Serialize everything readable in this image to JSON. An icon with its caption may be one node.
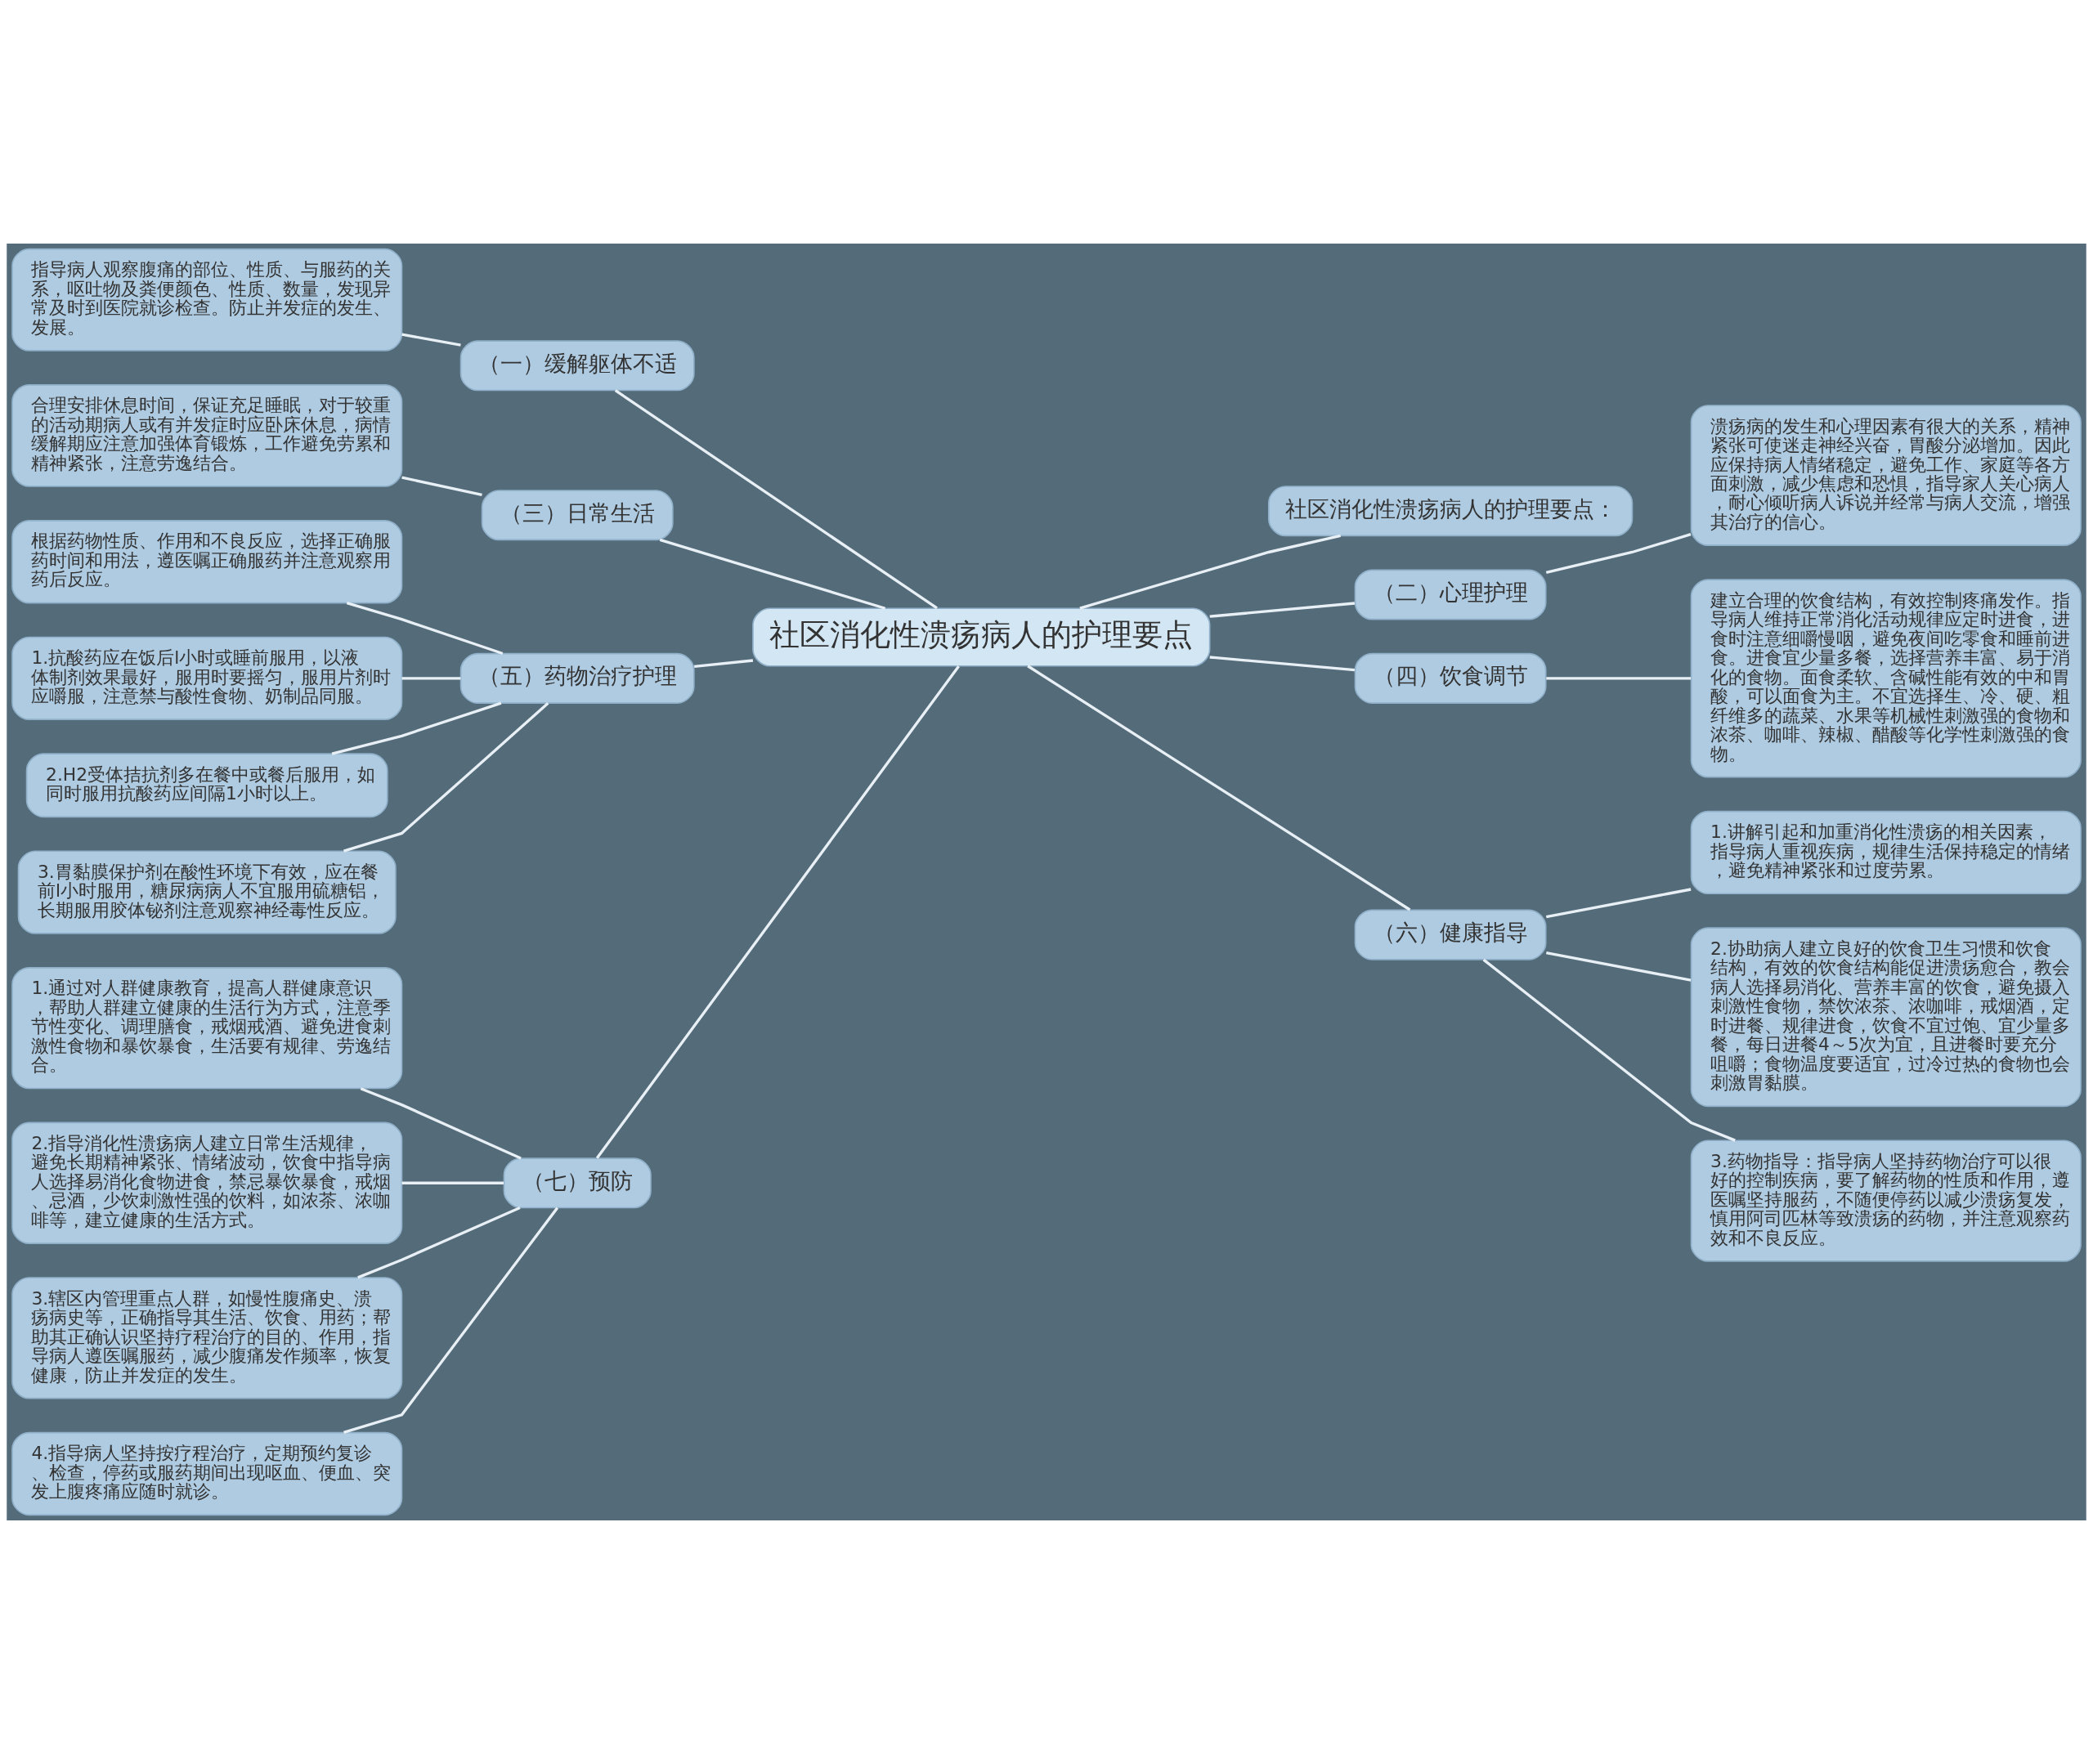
{
  "diagram": {
    "nodes": [
      {
        "text": [
          "社区消化性溃疡病人的护理要点"
        ]
      },
      {
        "text": [
          "（一）缓解躯体不适"
        ]
      },
      {
        "text": [
          "指导病人观察腹痛的部位、性质、与服药的关系，呕吐物及粪便颜色、性质、数量，发现异常及时到医院就诊检查。防止并发症的发生、发展。"
        ]
      },
      {
        "text": [
          "（三）日常生活"
        ]
      },
      {
        "text": [
          "合理安排休息时间，保证充足睡眠，对于较重的活动期病人或有并发症时应卧床休息，病情缓解期应注意加强体育锻炼，工作避免劳累和精神紧张，注意劳逸结合。"
        ]
      },
      {
        "text": [
          "（五）药物治疗护理"
        ]
      },
      {
        "text": [
          "根据药物性质、作用和不良反应，选择正确服药时间和用法，遵医嘱正确服药并注意观察用药后反应。"
        ]
      },
      {
        "text": [
          "1.抗酸药应在饭后l小时或睡前服用，以液体制剂效果最好，服用时要摇匀，服用片剂时应嚼服，注意禁与酸性食物、奶制品同服。"
        ]
      },
      {
        "text": [
          "2.H2受体拮抗剂多在餐中或餐后服用，如同时服用抗酸药应间隔1小时以上。"
        ]
      },
      {
        "text": [
          "3.胃黏膜保护剂在酸性环境下有效，应在餐前l小时服用，糖尿病病人不宜服用硫糖铝，长期服用胶体铋剂注意观察神经毒性反应。"
        ]
      },
      {
        "text": [
          "（七）预防"
        ]
      },
      {
        "text": [
          "1.通过对人群健康教育，提高人群健康意识，帮助人群建立健康的生活行为方式，注意季节性变化、调理膳食，戒烟戒酒、避免进食刺激性食物和暴饮暴食，生活要有规律、劳逸结合。"
        ]
      },
      {
        "text": [
          "2.指导消化性溃疡病人建立日常生活规律，避免长期精神紧张、情绪波动，饮食中指导病人选择易消化食物进食，禁忌暴饮暴食，戒烟、忌酒，少饮刺激性强的饮料，如浓茶、浓咖啡等，建立健康的生活方式。"
        ]
      },
      {
        "text": [
          "3.辖区内管理重点人群，如慢性腹痛史、溃疡病史等，正确指导其生活、饮食、用药；帮助其正确认识坚持疗程治疗的目的、作用，指导病人遵医嘱服药，减少腹痛发作频率，恢复健康，防止并发症的发生。"
        ]
      },
      {
        "text": [
          "4.指导病人坚持按疗程治疗，定期预约复诊、检查，停药或服药期间出现呕血、便血、突发上腹疼痛应随时就诊。"
        ]
      },
      {
        "text": [
          "社区消化性溃疡病人的护理要点："
        ]
      },
      {
        "text": [
          "（二）心理护理"
        ]
      },
      {
        "text": [
          "溃疡病的发生和心理因素有很大的关系，精神紧张可使迷走神经兴奋，胃酸分泌增加。因此应保持病人情绪稳定，避免工作、家庭等各方面刺激，减少焦虑和恐惧，指导家人关心病人，耐心倾听病人诉说并经常与病人交流，增强其治疗的信心。"
        ]
      },
      {
        "text": [
          "（四）饮食调节"
        ]
      },
      {
        "text": [
          "建立合理的饮食结构，有效控制疼痛发作。指导病人维持正常消化活动规律应定时进食，进食时注意细嚼慢咽，避免夜间吃零食和睡前进食。进食宜少量多餐，选择营养丰富、易于消化的食物。面食柔软、含碱性能有效的中和胃酸，可以面食为主。不宜选择生、冷、硬、粗纤维多的蔬菜、水果等机械性刺激强的食物和浓茶、咖啡、辣椒、醋酸等化学性刺激强的食物。"
        ]
      },
      {
        "text": [
          "（六）健康指导"
        ]
      },
      {
        "text": [
          "1.讲解引起和加重消化性溃疡的相关因素，指导病人重视疾病，规律生活保持稳定的情绪，避免精神紧张和过度劳累。"
        ]
      },
      {
        "text": [
          "2.协助病人建立良好的饮食卫生习惯和饮食结构，有效的饮食结构能促进溃疡愈合，教会病人选择易消化、营养丰富的饮食，避免摄入刺激性食物，禁饮浓茶、浓咖啡，戒烟酒，定时进餐、规律进食，饮食不宜过饱、宜少量多餐，每日进餐4～5次为宜，且进餐时要充分咀嚼；食物温度要适宜，过冷过热的食物也会刺激胃黏膜。"
        ]
      },
      {
        "text": [
          "3.药物指导：指导病人坚持药物治疗可以很好的控制疾病，要了解药物的性质和作用，遵医嘱坚持服药，不随便停药以减少溃疡复发，慎用阿司匹林等致溃疡的药物，并注意观察药效和不良反应。"
        ]
      }
    ],
    "edges": [
      {
        "from": 0,
        "to": 1,
        "arrow": "none"
      },
      {
        "from": 1,
        "to": 2,
        "arrow": "none"
      },
      {
        "from": 0,
        "to": 3,
        "arrow": "none"
      },
      {
        "from": 3,
        "to": 4,
        "arrow": "none"
      },
      {
        "from": 0,
        "to": 5,
        "arrow": "none"
      },
      {
        "from": 5,
        "to": 6,
        "arrow": "none"
      },
      {
        "from": 5,
        "to": 7,
        "arrow": "none"
      },
      {
        "from": 5,
        "to": 8,
        "arrow": "none"
      },
      {
        "from": 5,
        "to": 9,
        "arrow": "none"
      },
      {
        "from": 0,
        "to": 10,
        "arrow": "none"
      },
      {
        "from": 10,
        "to": 11,
        "arrow": "none"
      },
      {
        "from": 10,
        "to": 12,
        "arrow": "none"
      },
      {
        "from": 10,
        "to": 13,
        "arrow": "none"
      },
      {
        "from": 10,
        "to": 14,
        "arrow": "none"
      },
      {
        "from": 0,
        "to": 15,
        "arrow": "none"
      },
      {
        "from": 0,
        "to": 16,
        "arrow": "none"
      },
      {
        "from": 16,
        "to": 17,
        "arrow": "none"
      },
      {
        "from": 0,
        "to": 18,
        "arrow": "none"
      },
      {
        "from": 18,
        "to": 19,
        "arrow": "none"
      },
      {
        "from": 0,
        "to": 20,
        "arrow": "none"
      },
      {
        "from": 20,
        "to": 21,
        "arrow": "none"
      },
      {
        "from": 20,
        "to": 22,
        "arrow": "none"
      },
      {
        "from": 20,
        "to": 23,
        "arrow": "none"
      }
    ]
  }
}
